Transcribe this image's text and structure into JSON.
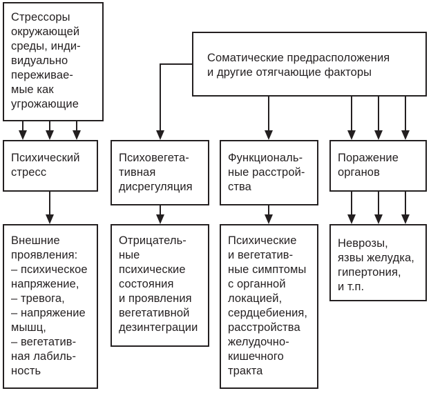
{
  "diagram": {
    "nodes": {
      "stressors": {
        "lines": [
          "Стрессоры",
          "окружающей",
          "среды, инди-",
          "видуально",
          "переживае-",
          "мые как",
          "угрожающие"
        ]
      },
      "somatic": {
        "lines": [
          "Соматические предрасположения",
          "и другие отягчающие факторы"
        ]
      },
      "psych_stress": {
        "lines": [
          "Психический",
          "стресс"
        ]
      },
      "psychoveg": {
        "lines": [
          "Психовегета-",
          "тивная",
          "дисрегуляция"
        ]
      },
      "functional": {
        "lines": [
          "Функциональ-",
          "ные расстрой-",
          "ства"
        ]
      },
      "organ_damage": {
        "lines": [
          "Поражение",
          "органов"
        ]
      },
      "external": {
        "lines": [
          "Внешние",
          "проявления:",
          "– психическое",
          "напряжение,",
          "– тревога,",
          "– напряжение",
          "мышц,",
          "– вегетатив-",
          "ная лабиль-",
          "ность"
        ]
      },
      "negative_states": {
        "lines": [
          "Отрицатель-",
          "ные",
          "психические",
          "состояния",
          "и проявления",
          "вегетативной",
          "дезинтеграции"
        ]
      },
      "symptoms": {
        "lines": [
          "Психические",
          "и вегетатив-",
          "ные симптомы",
          "с органной",
          "локацией,",
          "сердцебиения,",
          "расстройства",
          "желудочно-",
          "кишечного",
          "тракта"
        ]
      },
      "diseases": {
        "lines": [
          "Неврозы,",
          "язвы желудка,",
          "гипертония,",
          "и т.п."
        ]
      }
    },
    "edges": [
      {
        "from": "stressors",
        "to": "psych_stress",
        "count": 3
      },
      {
        "from": "somatic",
        "to": "psychoveg",
        "count": 1
      },
      {
        "from": "somatic",
        "to": "functional",
        "count": 1
      },
      {
        "from": "somatic",
        "to": "organ_damage",
        "count": 3
      },
      {
        "from": "psych_stress",
        "to": "external",
        "count": 1
      },
      {
        "from": "psychoveg",
        "to": "negative_states",
        "count": 1
      },
      {
        "from": "functional",
        "to": "symptoms",
        "count": 1
      },
      {
        "from": "organ_damage",
        "to": "diseases",
        "count": 3
      }
    ],
    "colors": {
      "stroke": "#231f20",
      "background": "#ffffff"
    }
  }
}
